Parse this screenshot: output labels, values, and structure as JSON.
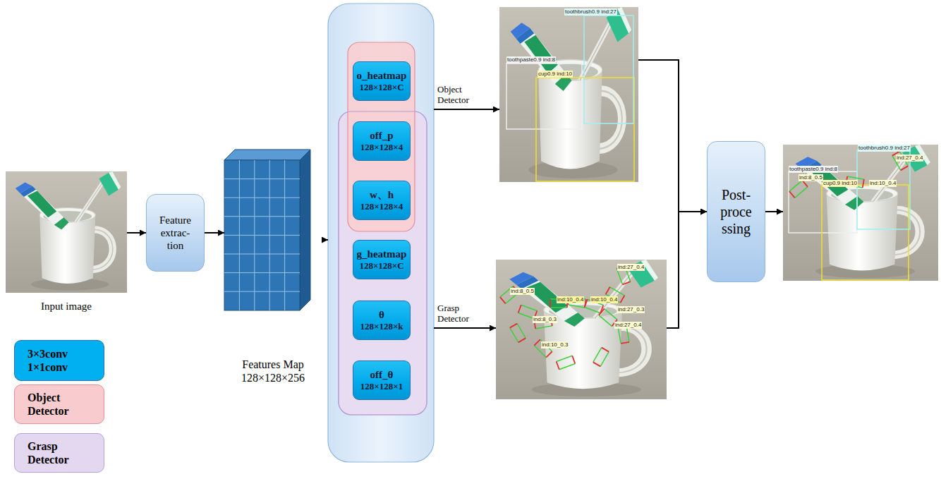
{
  "diagram": {
    "nodes": [
      {
        "text": [
          "Input image"
        ]
      },
      {
        "text": [
          "Feature extrac- tion"
        ]
      },
      {
        "text": [
          "Features Map 128×128×256"
        ]
      },
      {
        "text": []
      },
      {
        "text": [
          "o_heatmap",
          "128×128×C"
        ],
        "in": 3
      },
      {
        "text": [
          "off_p",
          "128×128×4"
        ],
        "in": 3
      },
      {
        "text": [
          "w、h",
          "128×128×4"
        ],
        "in": 3
      },
      {
        "text": [
          "g_heatmap",
          "128×128×C"
        ],
        "in": 3
      },
      {
        "text": [
          "θ",
          "128×128×k"
        ],
        "in": 3
      },
      {
        "text": [
          "off_θ",
          "128×128×1"
        ],
        "in": 3
      },
      {
        "text": [
          "toothpaste0.9 ind:8",
          "cup0.9 ind:10",
          "toothbrush0.9 ind:27"
        ]
      },
      {
        "text": [
          "ind:8_0.5",
          "ind:8_0.3",
          "ind:10_0.3",
          "ind:10_0.4",
          "ind:10_0.4",
          "ind:27_0.4",
          "ind:27_0.3",
          "ind:27_0.4"
        ]
      },
      {
        "text": [
          "Post- proce ssing"
        ]
      },
      {
        "text": [
          "toothpaste0.9 ind:8",
          "ind:8_0.5",
          "cup0.9 ind:10",
          "ind:10_0.4",
          "toothbrush0.9 ind:27",
          "ind:27_0.4"
        ]
      }
    ],
    "edges": [
      {
        "from": 0,
        "to": 1,
        "arrow": "to"
      },
      {
        "from": 1,
        "to": 2,
        "arrow": "to"
      },
      {
        "from": 2,
        "to": 3,
        "arrow": "to"
      },
      {
        "from": 3,
        "to": 10,
        "label": "Object Detector",
        "arrow": "to"
      },
      {
        "from": 3,
        "to": 11,
        "label": "Grasp Detector",
        "arrow": "to"
      },
      {
        "from": 10,
        "to": 12,
        "arrow": "to"
      },
      {
        "from": 11,
        "to": 12,
        "arrow": "to"
      },
      {
        "from": 12,
        "to": 13,
        "arrow": "to"
      }
    ],
    "legend": [
      {
        "text": "3×3conv 1×1conv",
        "color": "#00b0f0"
      },
      {
        "text": "Object Detector",
        "color": "#f8cbcf"
      },
      {
        "text": "Grasp Detector",
        "color": "#e4d7f0"
      }
    ]
  }
}
